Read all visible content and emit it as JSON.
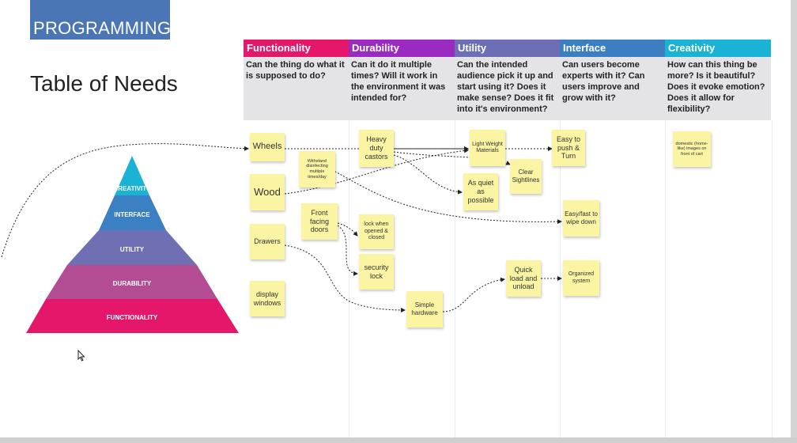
{
  "banner": {
    "text": "PROGRAMMING"
  },
  "title": "Table of Needs",
  "columns": [
    {
      "name": "Functionality",
      "color": "#e5176b",
      "desc": "Can the thing do what it is supposed to do?"
    },
    {
      "name": "Durability",
      "color": "#9b2bc0",
      "desc": "Can it do it multiple times? Will it work in the environment it was intended for?"
    },
    {
      "name": "Utility",
      "color": "#6d6fb6",
      "desc": "Can the intended audience pick it up and start using it? Does it make sense? Does it fit into it's environment?"
    },
    {
      "name": "Interface",
      "color": "#3b7ec2",
      "desc": "Can users become experts with it? Can users improve and grow with it?"
    },
    {
      "name": "Creativity",
      "color": "#1ab3d6",
      "desc": "How can this thing be more? Is it beautiful? Does it evoke emotion? Does it allow for flexibility?"
    }
  ],
  "pyramid": {
    "levels": [
      {
        "label": "CREATIVITY",
        "color": "#1ab3d6"
      },
      {
        "label": "INTERFACE",
        "color": "#3a80c2"
      },
      {
        "label": "UTILITY",
        "color": "#6f6fb4"
      },
      {
        "label": "DURABILITY",
        "color": "#b34c93"
      },
      {
        "label": "FUNCTIONALITY",
        "color": "#e5176b"
      }
    ]
  },
  "notes": {
    "wheels": "Wheels",
    "wood": "Wood",
    "drawers": "Drawers",
    "display_windows": "display windows",
    "withstand": "Withstand disinfecting multiple times/day",
    "heavy_duty": "Heavy duty castors",
    "front_facing": "Front facing doors",
    "lock_when": "lock when opened & closed",
    "security_lock": "security lock",
    "simple_hardware": "Simple hardware",
    "light_weight": "Light Weight Materials",
    "clear_sightlines": "Clear Sightlines",
    "as_quiet": "As quiet as possible",
    "quick_load": "Quick load and unload",
    "easy_push": "Easy to push & Turn",
    "easy_wipe": "Easy/fast to wipe down",
    "organized": "Organized system",
    "domestic": "domestic (home-like) images on front of cart"
  }
}
